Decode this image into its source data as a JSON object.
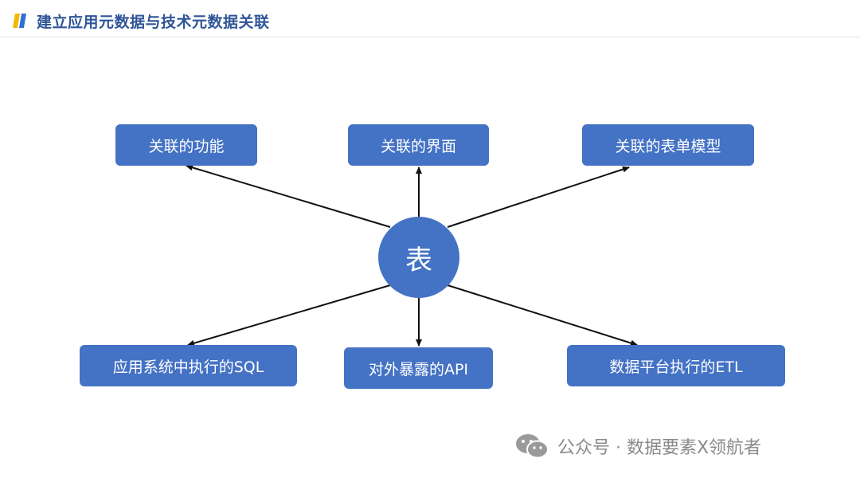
{
  "header": {
    "title": "建立应用元数据与技术元数据关联"
  },
  "diagram": {
    "center_label": "表",
    "top_nodes": [
      "关联的功能",
      "关联的界面",
      "关联的表单模型"
    ],
    "bottom_nodes": [
      "应用系统中执行的SQL",
      "对外暴露的API",
      "数据平台执行的ETL"
    ]
  },
  "watermark": {
    "text": "公众号 · 数据要素X领航者"
  },
  "colors": {
    "node": "#4472c4",
    "title": "#2f5597",
    "logo_yellow": "#f2b800",
    "logo_blue": "#2f6fd6"
  }
}
